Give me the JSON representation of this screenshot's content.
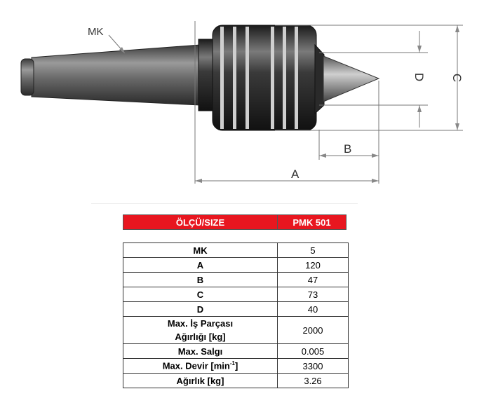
{
  "drawing": {
    "labels": {
      "mk": "MK",
      "a": "A",
      "b": "B",
      "c": "C",
      "d": "D"
    }
  },
  "header": {
    "size_label": "ÖLÇÜ/SIZE",
    "model": "PMK 501"
  },
  "specs": [
    {
      "label": "MK",
      "value": "5"
    },
    {
      "label": "A",
      "value": "120"
    },
    {
      "label": "B",
      "value": "47"
    },
    {
      "label": "C",
      "value": "73"
    },
    {
      "label": "D",
      "value": "40"
    },
    {
      "label_line1": "Max. İş Parçası",
      "label_line2": "Ağırlığı [kg]",
      "value": "2000"
    },
    {
      "label": "Max. Salgı",
      "value": "0.005"
    },
    {
      "label": "Max. Devir [min",
      "label_sup": "-1",
      "label_suffix": "]",
      "value": "3300"
    },
    {
      "label": "Ağırlık [kg]",
      "value": "3.26"
    }
  ]
}
